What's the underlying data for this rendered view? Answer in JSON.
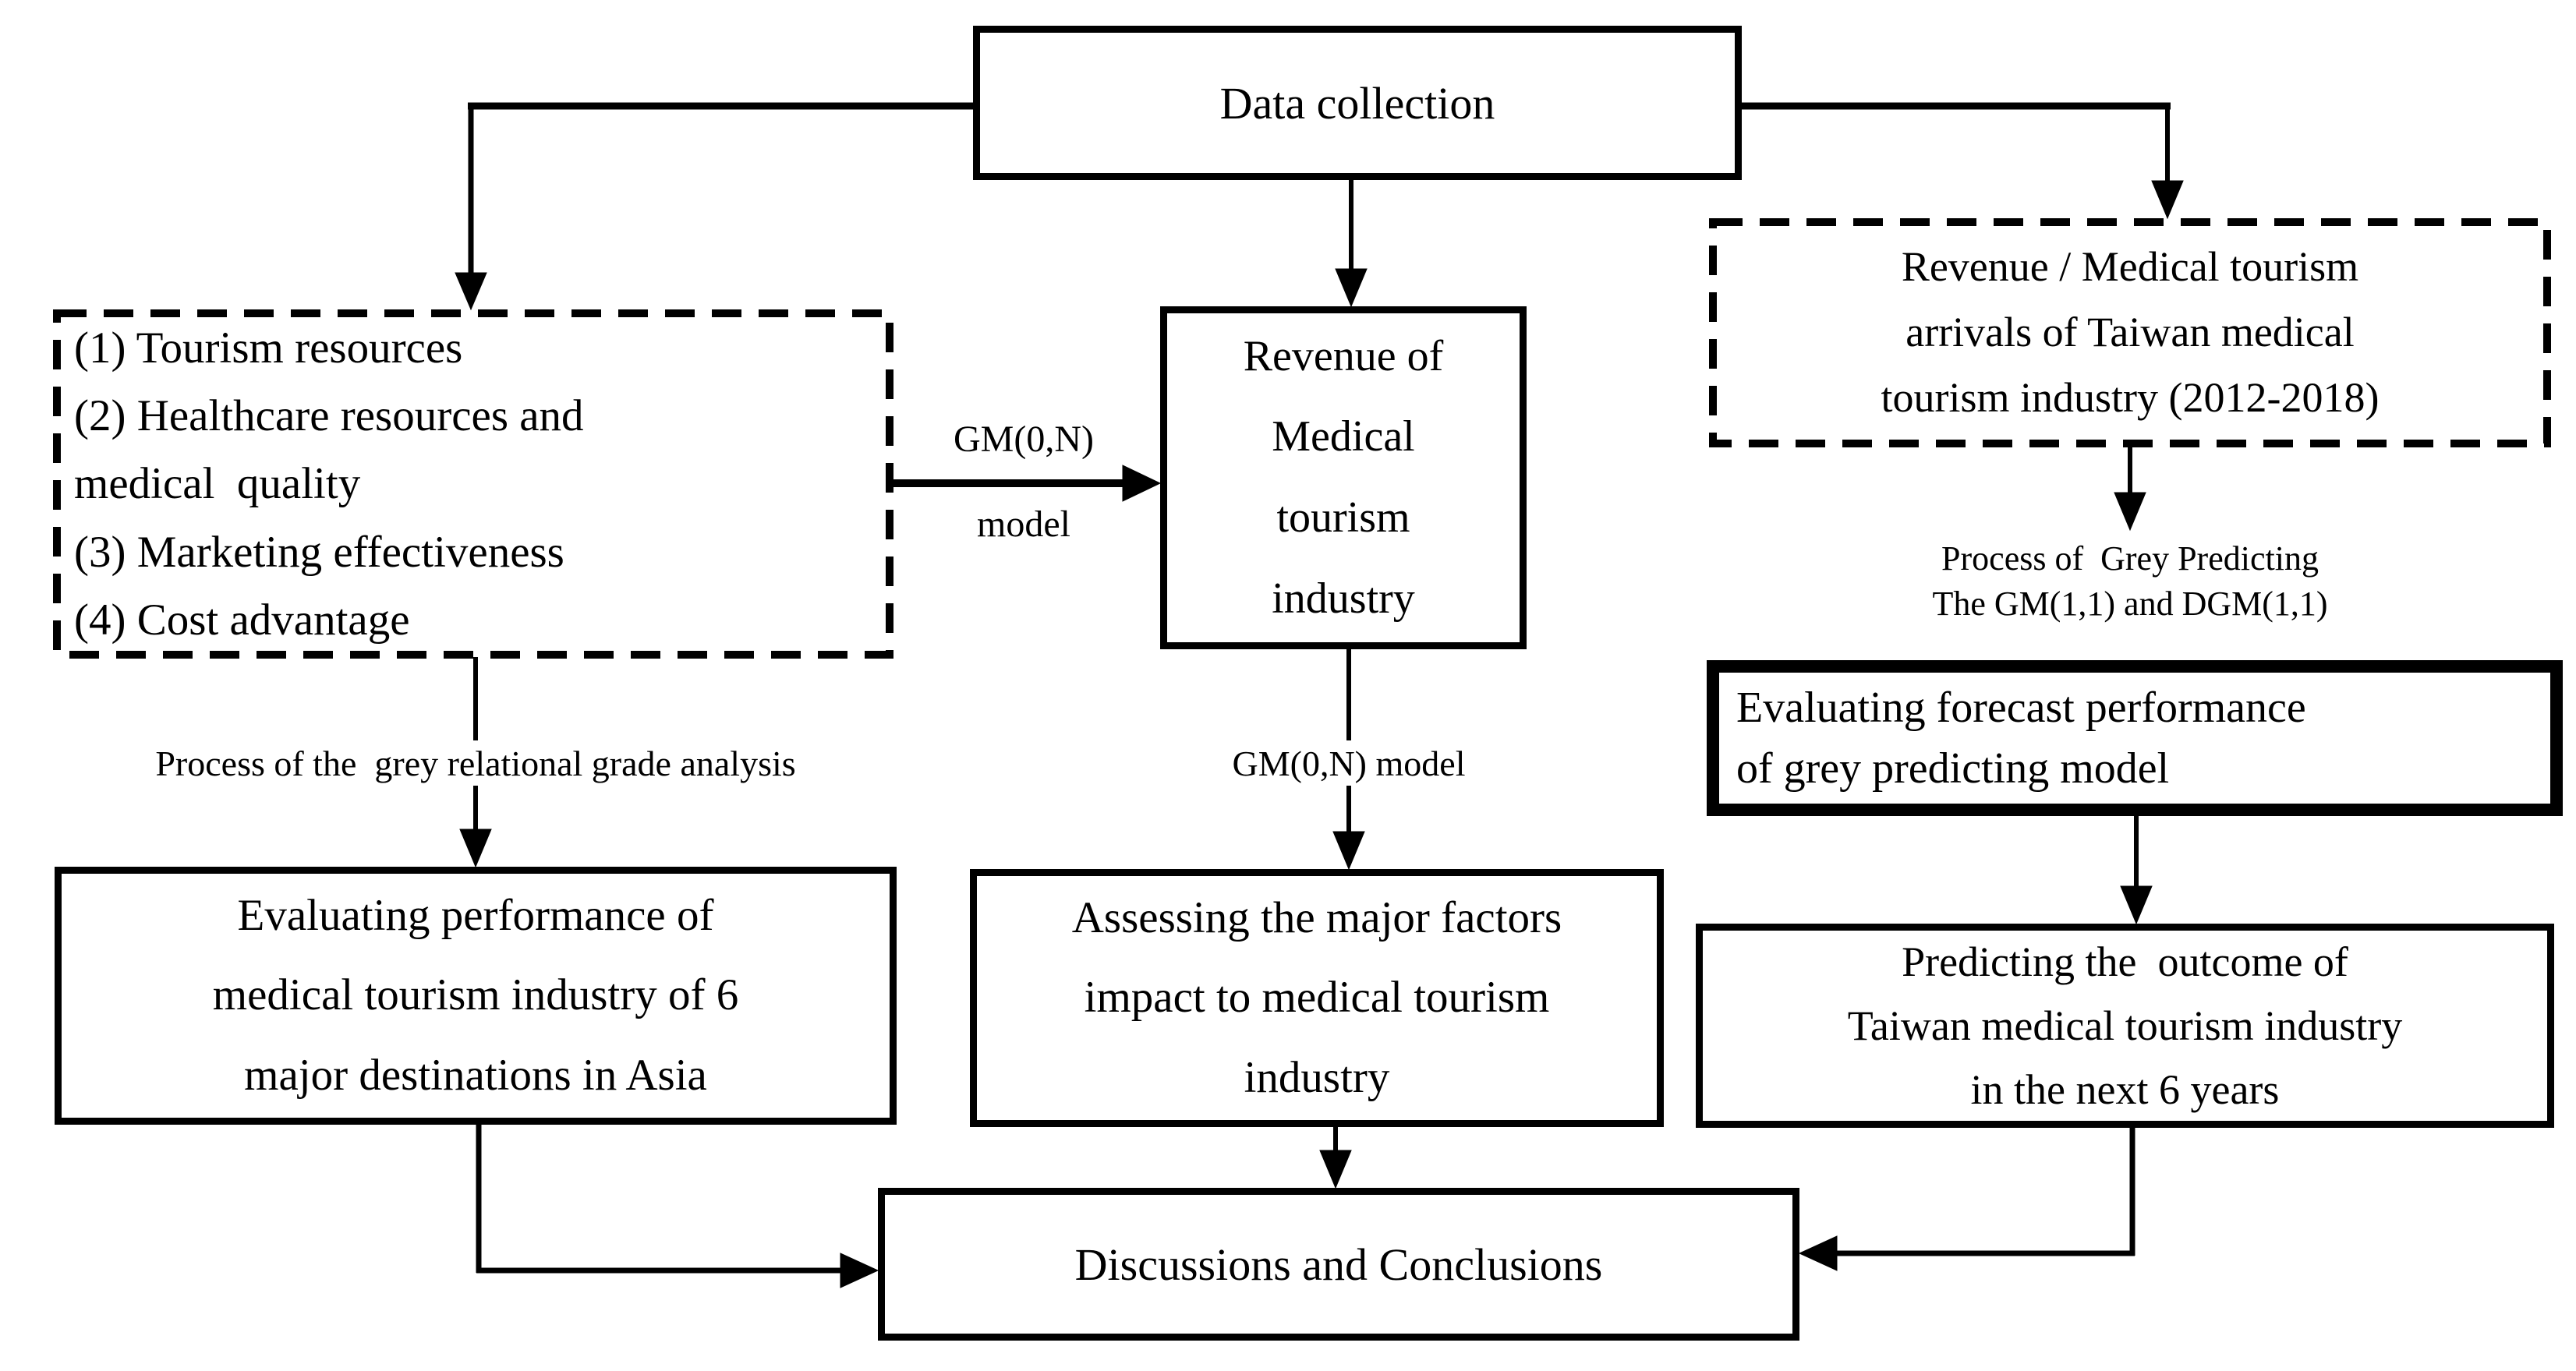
{
  "colors": {
    "ink": "#000000",
    "paper": "#ffffff"
  },
  "boxes": {
    "data_collection": {
      "label": "Data collection"
    },
    "criteria": {
      "lines": [
        "(1) Tourism resources",
        "(2) Healthcare resources and",
        "medical  quality",
        "(3) Marketing effectiveness",
        "(4) Cost advantage"
      ]
    },
    "revenue": {
      "lines": [
        "Revenue of",
        "Medical",
        "tourism",
        "industry"
      ]
    },
    "taiwan_data": {
      "lines": [
        "Revenue / Medical tourism",
        "arrivals of Taiwan medical",
        "tourism industry (2012-2018)"
      ]
    },
    "eval_forecast": {
      "lines": [
        "Evaluating forecast performance",
        "of grey predicting model"
      ]
    },
    "predicting": {
      "lines": [
        "Predicting the  outcome of",
        "Taiwan medical tourism industry",
        "in the next 6 years"
      ]
    },
    "eval_performance": {
      "lines": [
        "Evaluating performance of",
        "medical tourism industry of 6",
        "major destinations in Asia"
      ]
    },
    "assessing": {
      "lines": [
        "Assessing the major factors",
        "impact to medical tourism",
        "industry"
      ]
    },
    "discussions": {
      "label": "Discussions and Conclusions"
    }
  },
  "labels": {
    "gm0n_left": {
      "lines": [
        "GM(0,N)",
        "model"
      ]
    },
    "grey_relational": {
      "text": "Process of the  grey relational grade analysis"
    },
    "gm0n_mid": {
      "text": "GM(0,N) model"
    },
    "grey_predicting": {
      "lines": [
        "Process of  Grey Predicting",
        "The GM(1,1) and DGM(1,1)"
      ]
    }
  }
}
